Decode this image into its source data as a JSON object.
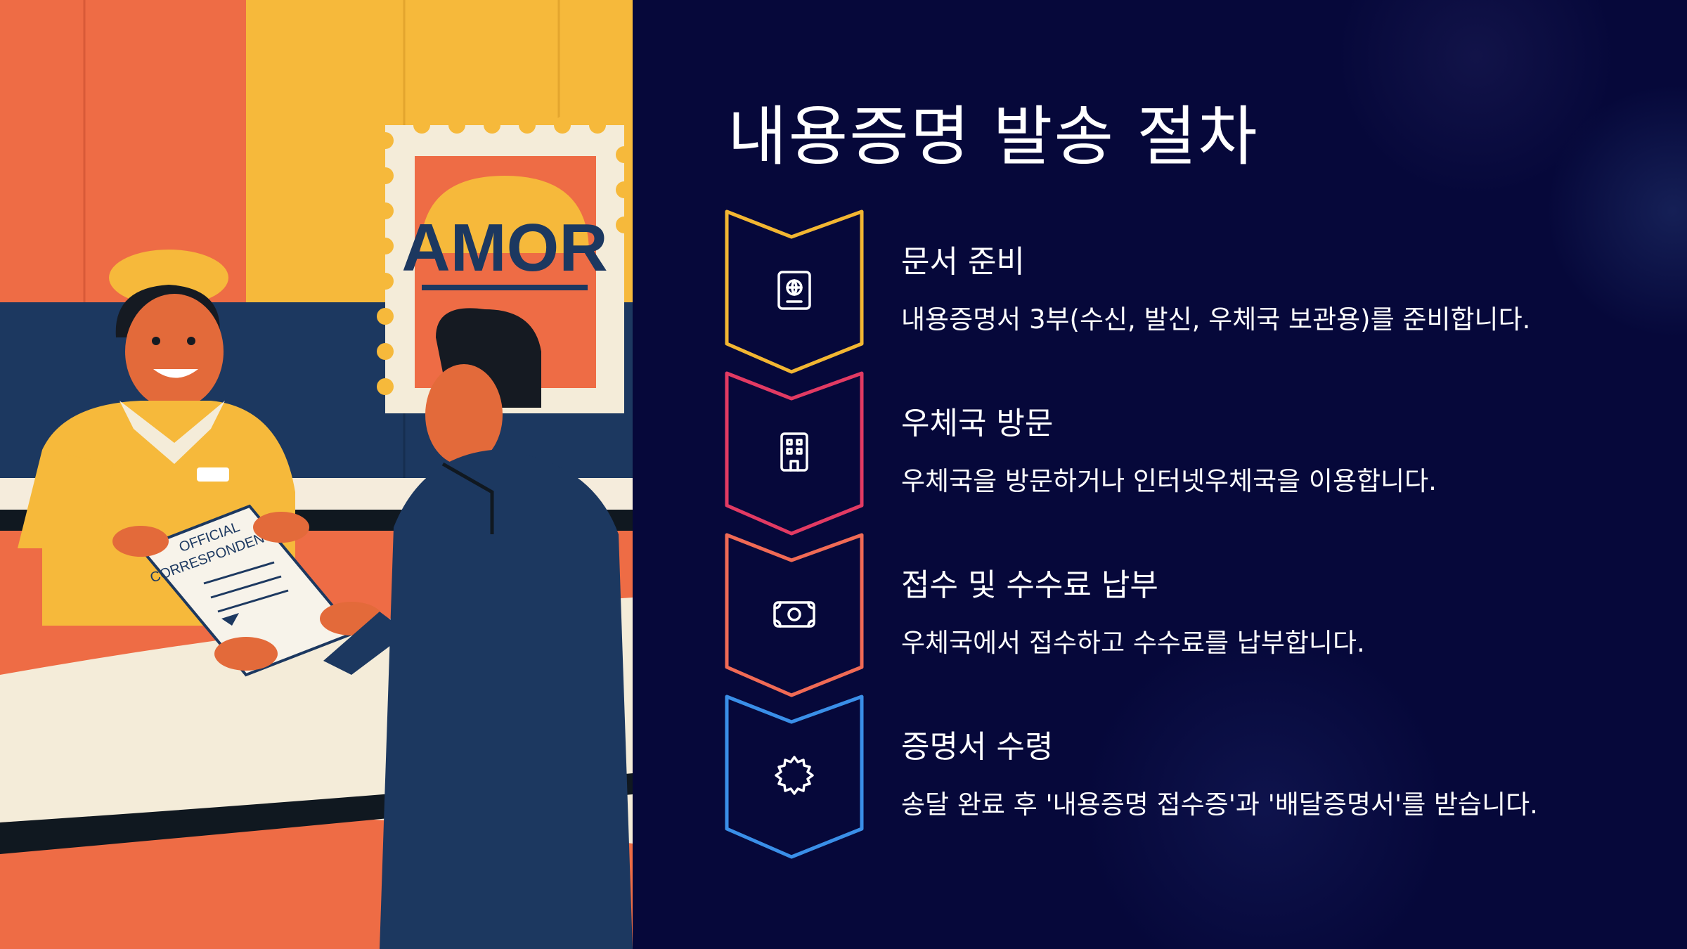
{
  "slide": {
    "title": "내용증명 발송 절차"
  },
  "illustration": {
    "stamp_text": "AMOR",
    "document_text_line1": "OFFICIAL",
    "document_text_line2": "CORRESPONDENCE"
  },
  "steps": [
    {
      "title": "문서 준비",
      "desc": "내용증명서 3부(수신, 발신, 우체국 보관용)를 준비합니다.",
      "icon": "passport-icon",
      "color": "#f2b632"
    },
    {
      "title": "우체국 방문",
      "desc": "우체국을 방문하거나 인터넷우체국을 이용합니다.",
      "icon": "building-icon",
      "color": "#e23a63"
    },
    {
      "title": "접수 및 수수료 납부",
      "desc": "우체국에서 접수하고 수수료를 납부합니다.",
      "icon": "money-icon",
      "color": "#f06a55"
    },
    {
      "title": "증명서 수령",
      "desc": "송달 완료 후 '내용증명 접수증'과 '배달증명서'를 받습니다.",
      "icon": "badge-icon",
      "color": "#3a8fe8"
    }
  ]
}
